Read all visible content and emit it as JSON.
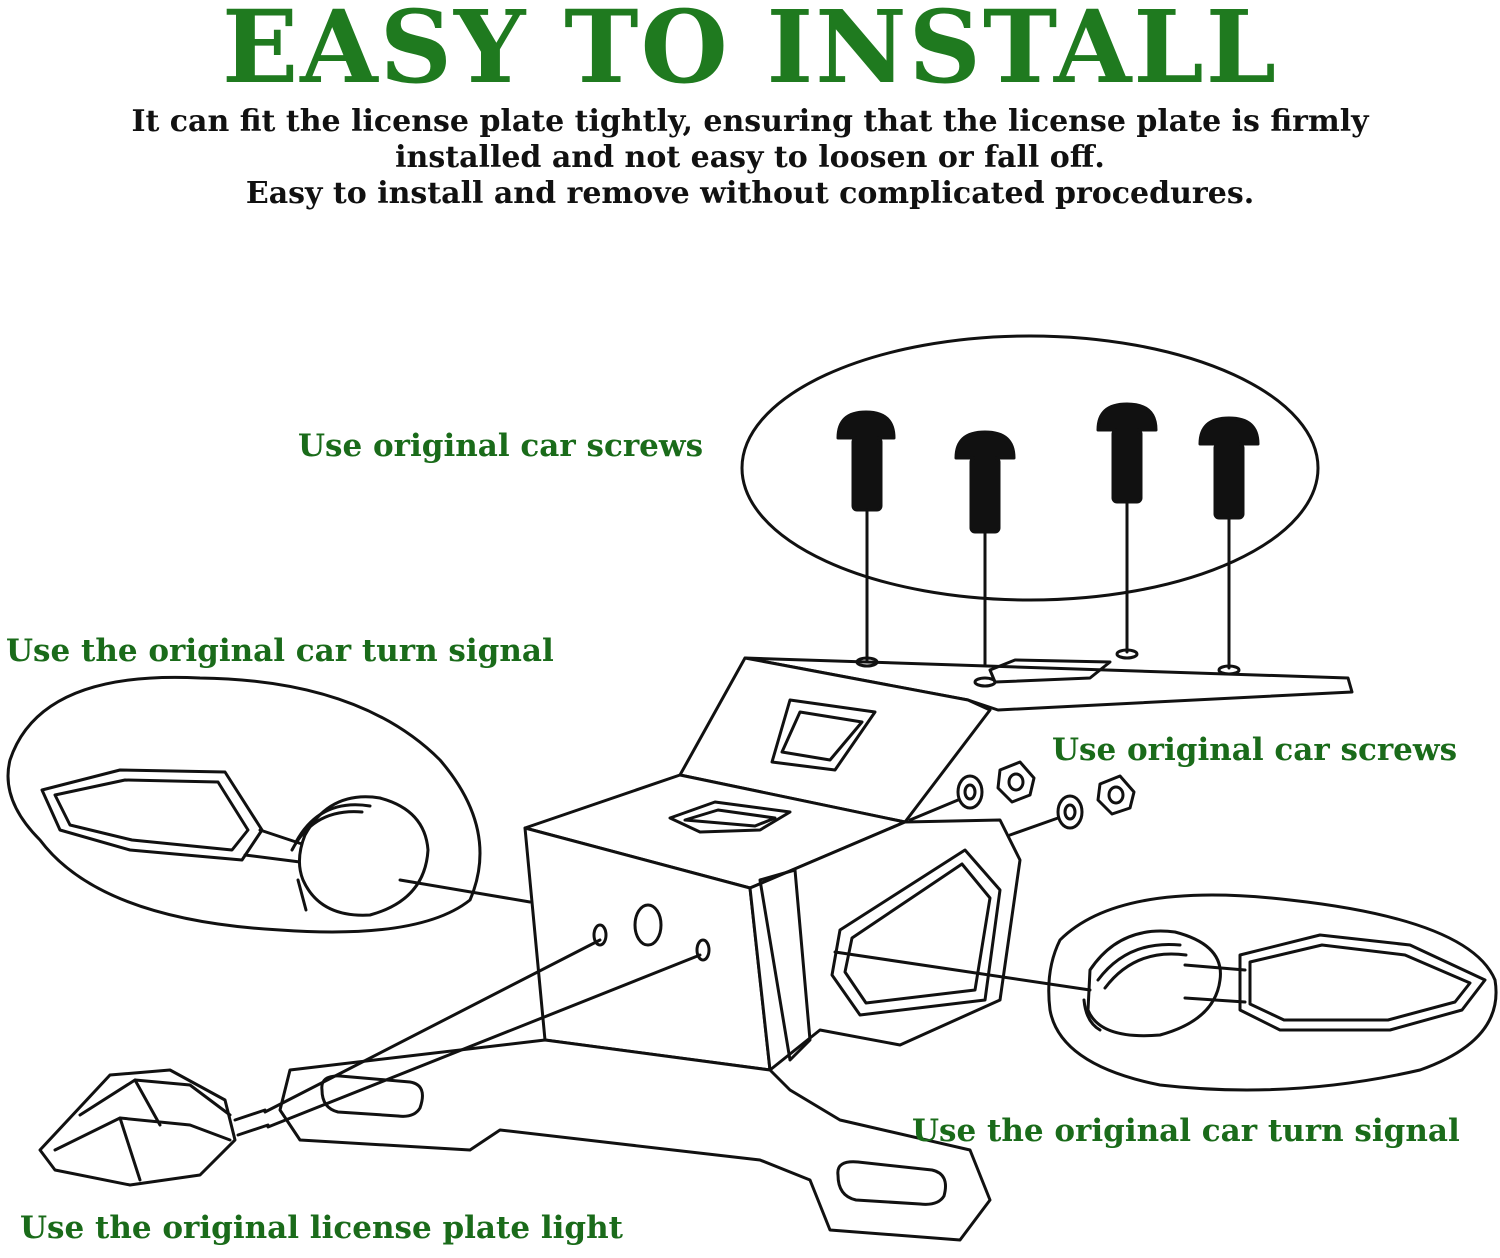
{
  "header": {
    "title": "EASY TO INSTALL",
    "line1": "It can fit the license plate tightly, ensuring that the license plate is firmly",
    "line2": "installed and not easy to loosen or fall off.",
    "line3": "Easy to install and remove without complicated procedures."
  },
  "labels": {
    "screws_top": "Use original car screws",
    "turn_signal_left": "Use the original car turn signal",
    "screws_right": "Use original car screws",
    "turn_signal_right": "Use the original car turn signal",
    "plate_light": "Use the original license plate light"
  },
  "colors": {
    "title": "#1f7a1f",
    "label": "#1a6b1a",
    "text": "#111111"
  }
}
